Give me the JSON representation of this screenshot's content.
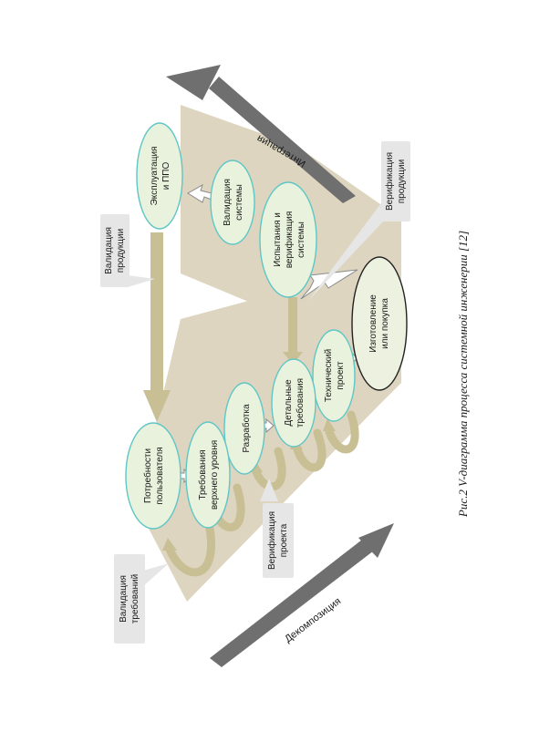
{
  "caption": "Рис.2 V-диаграмма процесса системной инженерии [12]",
  "arrows": {
    "integration": "Интеграция",
    "decomposition": "Декомпозиция"
  },
  "nodes": {
    "operation": [
      "Эксплуатация",
      "и ППО"
    ],
    "validation": [
      "Валидация",
      "системы"
    ],
    "testing": [
      "Испытания и",
      "верификация",
      "системы"
    ],
    "manufacture": [
      "Изготовление",
      "или покупка"
    ],
    "tech_project": [
      "Технический",
      "проект"
    ],
    "detailed": [
      "Детальные",
      "требования"
    ],
    "develop": [
      "Разработка"
    ],
    "top_level": [
      "Требования",
      "верхнего уровня"
    ],
    "user_needs": [
      "Потребности",
      "пользователя"
    ]
  },
  "callouts": {
    "product_validation": [
      "Валидация",
      "продукции"
    ],
    "product_verification": [
      "Верификация",
      "продукции"
    ],
    "project_verification": [
      "Верификация",
      "проекта"
    ],
    "requirements_validation": [
      "Валидация",
      "требований"
    ]
  },
  "colors": {
    "node_fill": "#e9f2dc",
    "node_stroke": "#5fc6c6",
    "manufacture_fill": "#edf1df",
    "band": "#ddd5bf",
    "khaki": "#c9bf95",
    "big_arrow": "#6f6f6f",
    "callout": "#e6e6e6"
  }
}
